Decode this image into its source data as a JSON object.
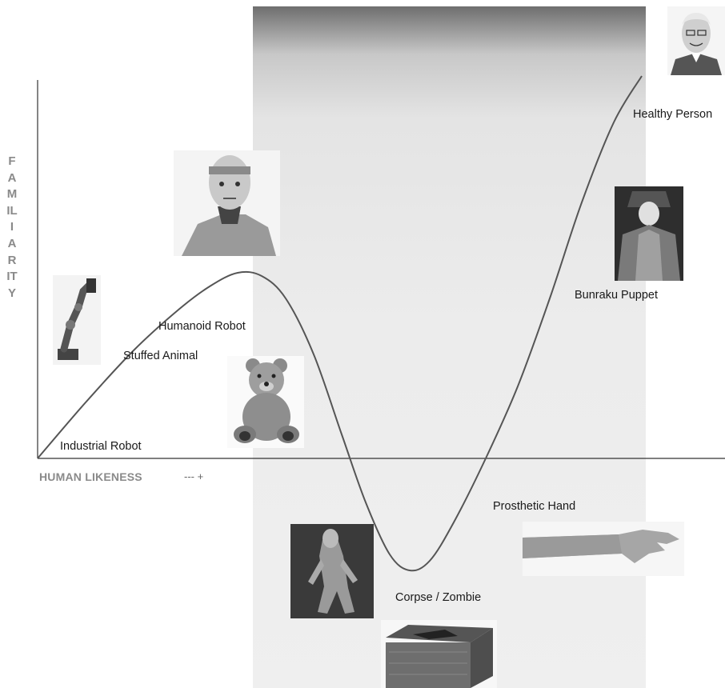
{
  "chart_data": {
    "type": "line",
    "title": "",
    "ylabel": "FAMILIARITY",
    "xlabel": "HUMAN LIKENESS",
    "xscale_marks": "--- +",
    "ylim": [
      -140,
      490
    ],
    "xlim": [
      0,
      860
    ],
    "series": [
      {
        "values": [
          {
            "x": 0,
            "y": 0
          },
          {
            "x": 60,
            "y": 70
          },
          {
            "x": 120,
            "y": 135
          },
          {
            "x": 175,
            "y": 185
          },
          {
            "x": 215,
            "y": 215
          },
          {
            "x": 250,
            "y": 232
          },
          {
            "x": 280,
            "y": 228
          },
          {
            "x": 310,
            "y": 200
          },
          {
            "x": 345,
            "y": 130
          },
          {
            "x": 380,
            "y": 30
          },
          {
            "x": 410,
            "y": -55
          },
          {
            "x": 440,
            "y": -120
          },
          {
            "x": 465,
            "y": -140
          },
          {
            "x": 490,
            "y": -128
          },
          {
            "x": 520,
            "y": -80
          },
          {
            "x": 560,
            "y": 0
          },
          {
            "x": 600,
            "y": 90
          },
          {
            "x": 640,
            "y": 200
          },
          {
            "x": 680,
            "y": 320
          },
          {
            "x": 720,
            "y": 420
          },
          {
            "x": 755,
            "y": 478
          }
        ]
      }
    ],
    "annotations": [
      {
        "text": "Industrial Robot",
        "x": 80,
        "y": 15
      },
      {
        "text": "Stuffed Animal",
        "x": 160,
        "y": 130
      },
      {
        "text": "Humanoid Robot",
        "x": 205,
        "y": 165
      },
      {
        "text": "Corpse / Zombie",
        "x": 450,
        "y": -175
      },
      {
        "text": "Prosthetic Hand",
        "x": 570,
        "y": -60
      },
      {
        "text": "Bunraku Puppet",
        "x": 670,
        "y": 205
      },
      {
        "text": "Healthy Person",
        "x": 745,
        "y": 430
      }
    ],
    "uncanny_valley_region": {
      "x_start": 268,
      "x_end": 760
    },
    "grid": false,
    "legend": "none"
  },
  "images": [
    {
      "name": "industrial-robot-image",
      "icon": "robot-arm"
    },
    {
      "name": "humanoid-robot-image",
      "icon": "android-head"
    },
    {
      "name": "stuffed-animal-image",
      "icon": "teddy-bear"
    },
    {
      "name": "zombie-image",
      "icon": "zombie"
    },
    {
      "name": "corpse-coffin-image",
      "icon": "coffin"
    },
    {
      "name": "prosthetic-hand-image",
      "icon": "hand"
    },
    {
      "name": "bunraku-puppet-image",
      "icon": "puppet"
    },
    {
      "name": "healthy-person-image",
      "icon": "portrait"
    }
  ],
  "colors": {
    "curve": "#555555",
    "axis": "#333333",
    "axis_label": "#8a8a8a",
    "valley_band": "#ebebeb"
  }
}
